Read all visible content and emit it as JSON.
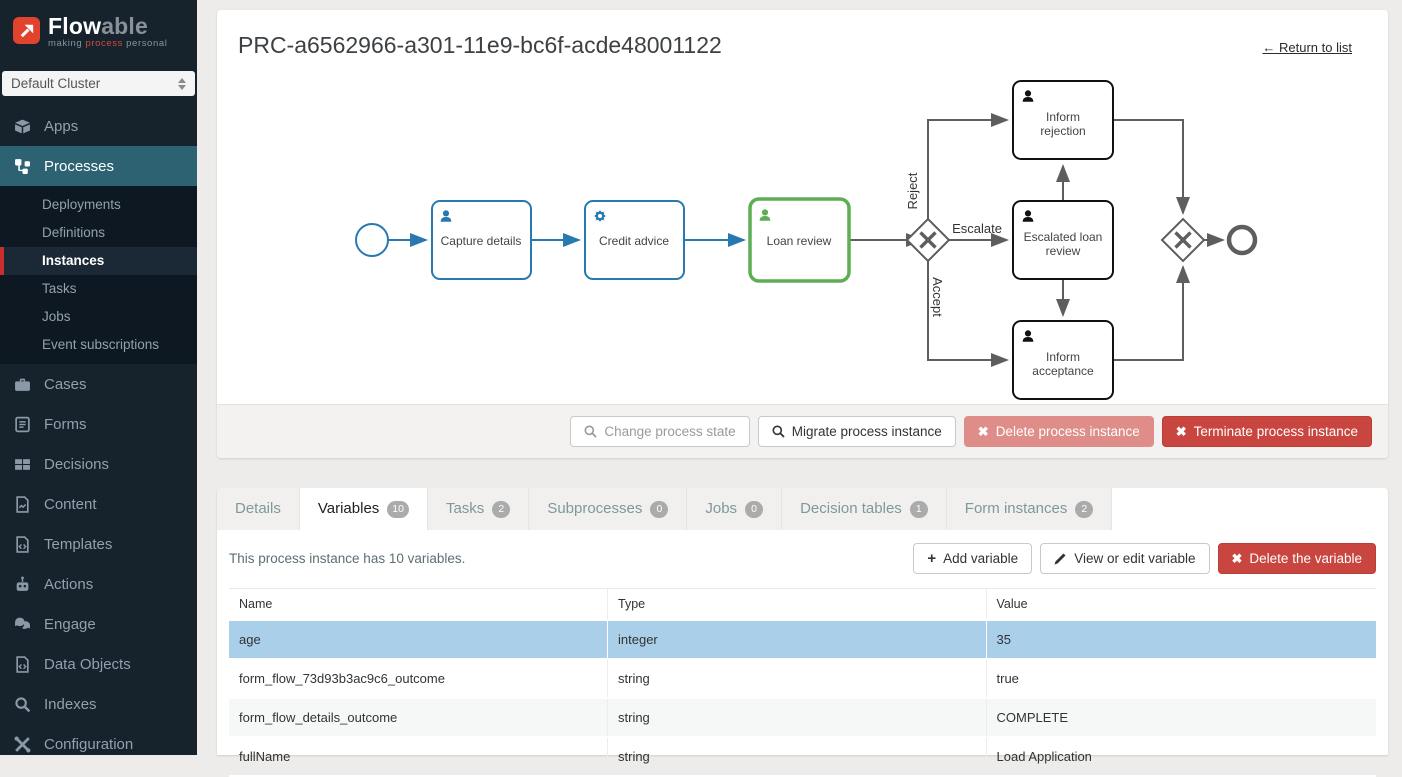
{
  "sidebar": {
    "logo": {
      "flow": "Flow",
      "able": "able",
      "tagline_making": "making ",
      "tagline_process": "process",
      "tagline_personal": " personal"
    },
    "cluster": {
      "value": "Default Cluster"
    },
    "items": [
      {
        "label": "Apps",
        "icon": "apps-icon",
        "selected": false
      },
      {
        "label": "Processes",
        "icon": "processes-icon",
        "selected": true
      },
      {
        "label": "Cases",
        "icon": "cases-icon",
        "selected": false
      },
      {
        "label": "Forms",
        "icon": "forms-icon",
        "selected": false
      },
      {
        "label": "Decisions",
        "icon": "decisions-icon",
        "selected": false
      },
      {
        "label": "Content",
        "icon": "content-icon",
        "selected": false
      },
      {
        "label": "Templates",
        "icon": "templates-icon",
        "selected": false
      },
      {
        "label": "Actions",
        "icon": "actions-icon",
        "selected": false
      },
      {
        "label": "Engage",
        "icon": "engage-icon",
        "selected": false
      },
      {
        "label": "Data Objects",
        "icon": "data-objects-icon",
        "selected": false
      },
      {
        "label": "Indexes",
        "icon": "indexes-icon",
        "selected": false
      },
      {
        "label": "Configuration",
        "icon": "configuration-icon",
        "selected": false
      }
    ],
    "processes_subitems": [
      {
        "label": "Deployments",
        "selected": false
      },
      {
        "label": "Definitions",
        "selected": false
      },
      {
        "label": "Instances",
        "selected": true
      },
      {
        "label": "Tasks",
        "selected": false
      },
      {
        "label": "Jobs",
        "selected": false
      },
      {
        "label": "Event subscriptions",
        "selected": false
      }
    ]
  },
  "header": {
    "title": "PRC-a6562966-a301-11e9-bc6f-acde48001122",
    "return_link": "← Return to list"
  },
  "diagram": {
    "nodes": {
      "capture_details": {
        "label": "Capture details",
        "type": "user-task"
      },
      "credit_advice": {
        "label": "Credit advice",
        "type": "service-task"
      },
      "loan_review": {
        "label": "Loan review",
        "type": "user-task",
        "state": "current"
      },
      "inform_rejection": {
        "line1": "Inform",
        "line2": "rejection",
        "type": "user-task"
      },
      "escalated_loan_review": {
        "line1": "Escalated loan",
        "line2": "review",
        "type": "user-task"
      },
      "inform_acceptance": {
        "line1": "Inform",
        "line2": "acceptance",
        "type": "user-task"
      }
    },
    "edges": {
      "reject": "Reject",
      "escalate": "Escalate",
      "accept": "Accept"
    }
  },
  "toolbar": {
    "change_state": "Change process state",
    "migrate": "Migrate process instance",
    "delete": "Delete process instance",
    "terminate": "Terminate process instance"
  },
  "tabs": [
    {
      "label": "Details",
      "badge": null
    },
    {
      "label": "Variables",
      "badge": "10",
      "active": true
    },
    {
      "label": "Tasks",
      "badge": "2"
    },
    {
      "label": "Subprocesses",
      "badge": "0"
    },
    {
      "label": "Jobs",
      "badge": "0"
    },
    {
      "label": "Decision tables",
      "badge": "1"
    },
    {
      "label": "Form instances",
      "badge": "2"
    }
  ],
  "variables": {
    "summary": "This process instance has 10 variables.",
    "add_label": "Add variable",
    "edit_label": "View or edit variable",
    "delete_label": "Delete the variable",
    "headers": {
      "name": "Name",
      "type": "Type",
      "value": "Value"
    },
    "rows": [
      {
        "name": "age",
        "type": "integer",
        "value": "35",
        "selected": true
      },
      {
        "name": "form_flow_73d93b3ac9c6_outcome",
        "type": "string",
        "value": "true"
      },
      {
        "name": "form_flow_details_outcome",
        "type": "string",
        "value": "COMPLETE"
      },
      {
        "name": "fullName",
        "type": "string",
        "value": "Load Application"
      }
    ]
  },
  "colors": {
    "sidebar_bg": "#16222c",
    "sidebar_submenu_bg": "#0d1822",
    "sidebar_active_teal": "#2c6272",
    "sidebar_active_red_border": "#c9302c",
    "brand_red": "#e2432c",
    "bpmn_blue": "#2779b0",
    "bpmn_current_green": "#5fae55",
    "danger_red": "#c9453f",
    "danger_light_red": "#df8d89",
    "selected_row_blue": "#a9cfe9"
  }
}
